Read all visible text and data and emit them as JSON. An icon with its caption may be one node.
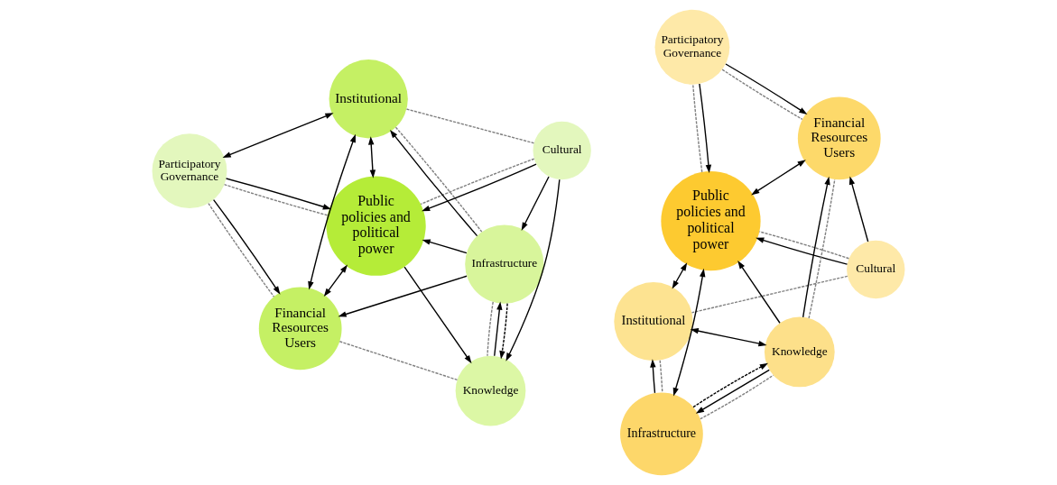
{
  "diagram": {
    "nodes": [
      {
        "text": [
          "Institutional"
        ]
      },
      {
        "text": [
          "Cultural"
        ]
      },
      {
        "text": [
          "Infrastructure"
        ]
      },
      {
        "text": [
          "Public policies and political power"
        ]
      },
      {
        "text": [
          "Knowledge"
        ]
      },
      {
        "text": [
          "Participatory Governance"
        ]
      },
      {
        "text": [
          "Financial Resources Users"
        ]
      },
      {
        "text": [
          "Institutional"
        ]
      },
      {
        "text": [
          "Cultural"
        ]
      },
      {
        "text": [
          "Infrastructure"
        ]
      },
      {
        "text": [
          "Public policies and political power"
        ]
      },
      {
        "text": [
          "Knowledge"
        ]
      },
      {
        "text": [
          "Participatory Governance"
        ]
      },
      {
        "text": [
          "Financial Resources Users"
        ]
      }
    ],
    "edges": [
      {
        "from": 2,
        "to": 0,
        "arrow": "to"
      },
      {
        "from": 1,
        "to": 2,
        "arrow": "to"
      },
      {
        "from": 1,
        "to": 3,
        "arrow": "to"
      },
      {
        "from": 1,
        "to": 4,
        "arrow": "to"
      },
      {
        "from": 0,
        "to": 3,
        "arrow": "both"
      },
      {
        "from": 0,
        "to": 5,
        "arrow": "both"
      },
      {
        "from": 0,
        "to": 6,
        "arrow": "both"
      },
      {
        "from": 2,
        "to": 3,
        "arrow": "to"
      },
      {
        "from": 2,
        "to": 6,
        "arrow": "to"
      },
      {
        "from": 2,
        "to": 4,
        "arrow": "to",
        "style": "dashed"
      },
      {
        "from": 4,
        "to": 2,
        "arrow": "to"
      },
      {
        "from": 3,
        "to": 4,
        "arrow": "to"
      },
      {
        "from": 3,
        "to": 6,
        "arrow": "both"
      },
      {
        "from": 5,
        "to": 3,
        "arrow": "to"
      },
      {
        "from": 5,
        "to": 6,
        "arrow": "to"
      },
      {
        "from": 1,
        "to": 0,
        "arrow": "none",
        "style": "dashed",
        "color": "#808080"
      },
      {
        "from": 0,
        "to": 2,
        "arrow": "none",
        "style": "dashed",
        "color": "#808080"
      },
      {
        "from": 1,
        "to": 3,
        "arrow": "none",
        "style": "dashed",
        "color": "#808080"
      },
      {
        "from": 2,
        "to": 4,
        "arrow": "none",
        "style": "dashed",
        "color": "#808080"
      },
      {
        "from": 4,
        "to": 6,
        "arrow": "none",
        "style": "dashed",
        "color": "#808080"
      },
      {
        "from": 3,
        "to": 5,
        "arrow": "none",
        "style": "dashed",
        "color": "#808080"
      },
      {
        "from": 5,
        "to": 6,
        "arrow": "none",
        "style": "dashed",
        "color": "#808080"
      },
      {
        "from": 9,
        "to": 7,
        "arrow": "to"
      },
      {
        "from": 8,
        "to": 10,
        "arrow": "to"
      },
      {
        "from": 8,
        "to": 13,
        "arrow": "to"
      },
      {
        "from": 7,
        "to": 10,
        "arrow": "both"
      },
      {
        "from": 7,
        "to": 11,
        "arrow": "both"
      },
      {
        "from": 10,
        "to": 9,
        "arrow": "both"
      },
      {
        "from": 11,
        "to": 10,
        "arrow": "to"
      },
      {
        "from": 9,
        "to": 11,
        "arrow": "to",
        "style": "dashed"
      },
      {
        "from": 11,
        "to": 9,
        "arrow": "to"
      },
      {
        "from": 11,
        "to": 13,
        "arrow": "to"
      },
      {
        "from": 10,
        "to": 13,
        "arrow": "both"
      },
      {
        "from": 12,
        "to": 10,
        "arrow": "to"
      },
      {
        "from": 12,
        "to": 13,
        "arrow": "to"
      },
      {
        "from": 8,
        "to": 7,
        "arrow": "none",
        "style": "dashed",
        "color": "#808080"
      },
      {
        "from": 7,
        "to": 9,
        "arrow": "none",
        "style": "dashed",
        "color": "#808080"
      },
      {
        "from": 8,
        "to": 10,
        "arrow": "none",
        "style": "dashed",
        "color": "#808080"
      },
      {
        "from": 9,
        "to": 11,
        "arrow": "none",
        "style": "dashed",
        "color": "#808080"
      },
      {
        "from": 11,
        "to": 13,
        "arrow": "none",
        "style": "dashed",
        "color": "#808080"
      },
      {
        "from": 10,
        "to": 12,
        "arrow": "none",
        "style": "dashed",
        "color": "#808080"
      },
      {
        "from": 12,
        "to": 13,
        "arrow": "none",
        "style": "dashed",
        "color": "#808080"
      }
    ]
  }
}
